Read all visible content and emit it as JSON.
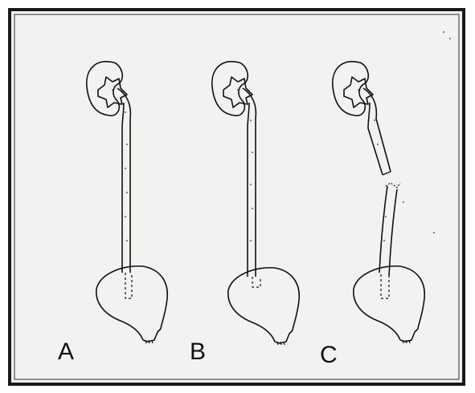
{
  "figure": {
    "panels": [
      {
        "label": "A"
      },
      {
        "label": "B"
      },
      {
        "label": "C"
      }
    ],
    "colors": {
      "ink": "#111111",
      "background": "#f2f2f0",
      "border": "#1a1a1a"
    }
  }
}
